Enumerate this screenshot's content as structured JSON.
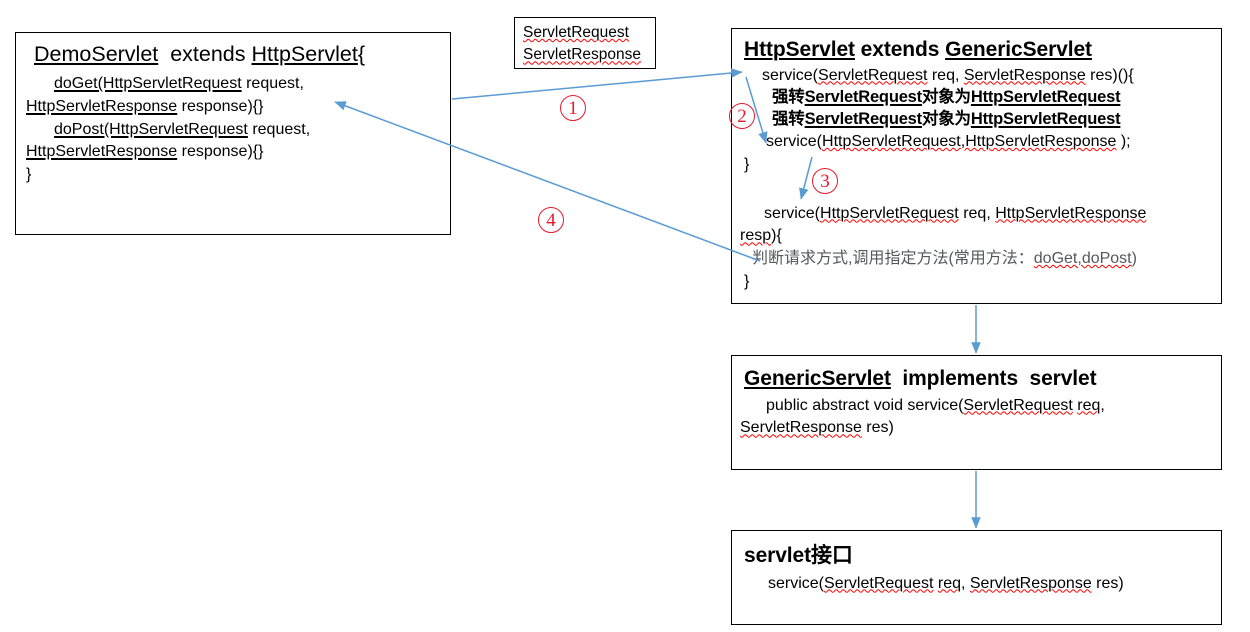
{
  "diagram": {
    "title": "Servlet inheritance and request-dispatch flow",
    "accent_color": "#4a90c9",
    "marker_color": "#e8192c",
    "box_border_color": "#000000",
    "spellcheck_underline_color": "#ff0000",
    "gray_text_color": "#555759"
  },
  "demo_servlet_box": {
    "title": "DemoServlet  extends HttpServlet{",
    "title_parts": {
      "class_name": "DemoServlet",
      "keyword": " extends ",
      "super_name": "HttpServlet",
      "brace": "{"
    },
    "lines": [
      {
        "indent": true,
        "text": "doGet(HttpServletRequest request,"
      },
      {
        "indent": false,
        "text": "HttpServletResponse response){}"
      },
      {
        "indent": true,
        "text": "doPost(HttpServletRequest request,"
      },
      {
        "indent": false,
        "text": "HttpServletResponse response){}"
      },
      {
        "indent": false,
        "text": "}"
      }
    ]
  },
  "servlet_io_box": {
    "lines": [
      "ServletRequest",
      "ServletResponse"
    ]
  },
  "http_servlet_box": {
    "title": "HttpServlet extends GenericServlet",
    "line_signature": "service(ServletRequest req, ServletResponse res)(){",
    "cast_line_1": "强转ServletRequest对象为HttpServletRequest",
    "cast_line_2": "强转ServletRequest对象为HttpServletRequest",
    "line_call": "service(HttpServletRequest,HttpServletResponse );",
    "close_brace_1": "}",
    "line_overload_a": "service(HttpServletRequest req, HttpServletResponse",
    "line_overload_b": "resp){",
    "line_chinese_desc": "判断请求方式,调用指定方法(常用方法：doGet,doPost)",
    "close_brace_2": "}"
  },
  "generic_servlet_box": {
    "title": "GenericServlet  implements  servlet",
    "line_a": "public abstract void service(ServletRequest req,",
    "line_b": "ServletResponse res)"
  },
  "servlet_interface_box": {
    "title": "servlet接口",
    "line_a": "service(ServletRequest req, ServletResponse res)"
  },
  "markers": [
    {
      "id": "marker-1",
      "label": "①",
      "glyph": "1"
    },
    {
      "id": "marker-2",
      "label": "②",
      "glyph": "2"
    },
    {
      "id": "marker-3",
      "label": "③",
      "glyph": "3"
    },
    {
      "id": "marker-4",
      "label": "④",
      "glyph": "4"
    }
  ],
  "connectors": [
    {
      "name": "demo-to-httpservlet",
      "marker": "1",
      "from": "DemoServlet box right edge",
      "to": "HttpServlet service() line"
    },
    {
      "name": "service-to-cast-call",
      "marker": "2",
      "from": "service(ServletRequest...)",
      "to": "service(HttpServletRequest,...)"
    },
    {
      "name": "call-to-overload",
      "marker": "3",
      "from": "service(HttpServletRequest,...)",
      "to": "service(HttpServletRequest req,...)"
    },
    {
      "name": "dispatch-back-to-demo",
      "marker": "4",
      "from": "判断请求方式 line",
      "to": "DemoServlet doGet/doPost"
    },
    {
      "name": "httpservlet-to-genericservlet",
      "marker": "",
      "from": "HttpServlet box",
      "to": "GenericServlet box"
    },
    {
      "name": "genericservlet-to-interface",
      "marker": "",
      "from": "GenericServlet box",
      "to": "servlet接口 box"
    }
  ]
}
